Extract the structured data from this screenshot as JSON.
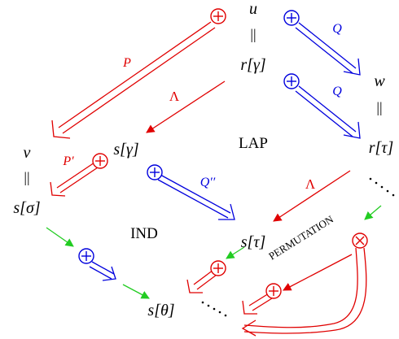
{
  "colors": {
    "red": "#e00000",
    "blue": "#0000dd",
    "green": "#22cc22",
    "black": "#000000"
  },
  "icons": {
    "plus": "circled-plus-icon",
    "otimes": "circled-times-icon"
  },
  "nodes": {
    "u": "u",
    "u_eq": "||",
    "r_gamma": "r[γ]",
    "w": "w",
    "w_eq": "||",
    "r_tau": "r[τ]",
    "v": "v",
    "v_eq": "||",
    "s_sigma": "s[σ]",
    "s_gamma": "s[γ]",
    "s_tau": "s[τ]",
    "s_theta": "s[θ]"
  },
  "labels": {
    "P": "P",
    "Q_top": "Q",
    "Q_mid": "Q",
    "Lambda_top": "Λ",
    "P_prime": "P′",
    "Q_double_prime": "Q′′",
    "Lambda_right": "Λ",
    "LAP": "LAP",
    "IND": "IND",
    "PERMUTATION": "PERMUTATION"
  }
}
